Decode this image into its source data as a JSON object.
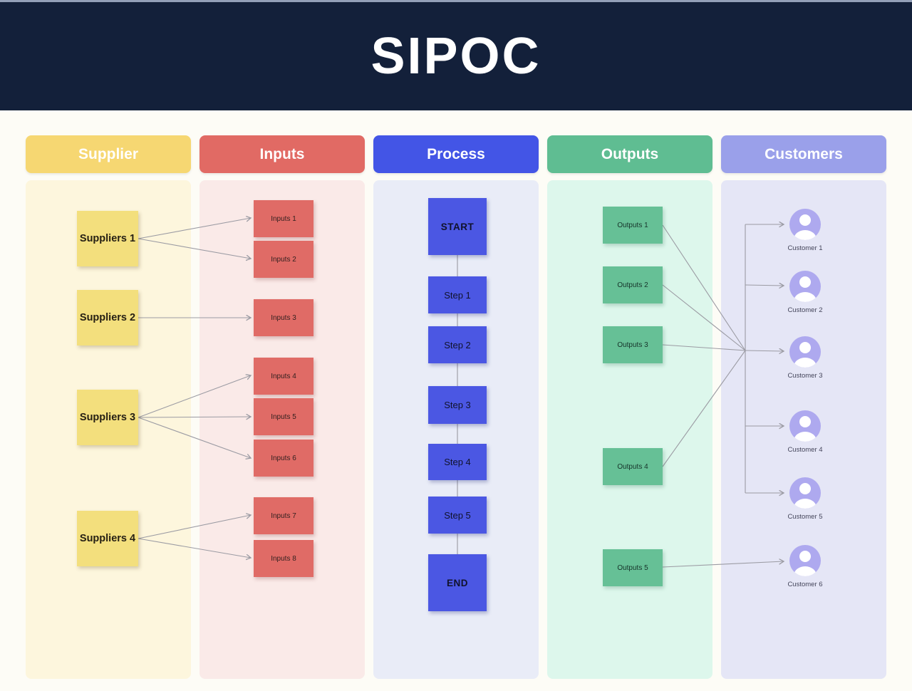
{
  "title": "SIPOC",
  "columns": [
    {
      "label": "Supplier"
    },
    {
      "label": "Inputs"
    },
    {
      "label": "Process"
    },
    {
      "label": "Outputs"
    },
    {
      "label": "Customers"
    }
  ],
  "suppliers": [
    "Suppliers 1",
    "Suppliers 2",
    "Suppliers 3",
    "Suppliers 4"
  ],
  "inputs": [
    "Inputs 1",
    "Inputs 2",
    "Inputs 3",
    "Inputs 4",
    "Inputs 5",
    "Inputs 6",
    "Inputs 7",
    "Inputs 8"
  ],
  "process": [
    "START",
    "Step 1",
    "Step 2",
    "Step 3",
    "Step 4",
    "Step 5",
    "END"
  ],
  "outputs": [
    "Outputs 1",
    "Outputs 2",
    "Outputs 3",
    "Outputs 4",
    "Outputs 5"
  ],
  "customers": [
    "Customer 1",
    "Customer 2",
    "Customer 3",
    "Customer 4",
    "Customer 5",
    "Customer 6"
  ],
  "connections": {
    "supplier_to_inputs": [
      [
        1,
        [
          1,
          2
        ]
      ],
      [
        2,
        [
          3
        ]
      ],
      [
        3,
        [
          4,
          5,
          6
        ]
      ],
      [
        4,
        [
          7,
          8
        ]
      ]
    ],
    "outputs_to_customers": [
      [
        1,
        [
          1,
          2,
          3,
          4,
          5
        ]
      ],
      [
        2,
        [
          1,
          2,
          3,
          4,
          5
        ]
      ],
      [
        3,
        [
          1,
          2,
          3,
          4,
          5
        ]
      ],
      [
        4,
        [
          1,
          2,
          3,
          4,
          5
        ]
      ],
      [
        5,
        [
          6
        ]
      ]
    ]
  },
  "colors": {
    "header_bg": "#13203a",
    "title_text": "#ffffff",
    "supplier_accent": "#f6d772",
    "supplier_panel": "#fdf6dd",
    "supplier_note": "#f3df7d",
    "inputs_accent": "#e16a64",
    "inputs_panel": "#faeae8",
    "inputs_note": "#e06b66",
    "process_accent": "#4355e6",
    "process_panel": "#e9ecf7",
    "process_box": "#4b57e3",
    "outputs_accent": "#5fbd92",
    "outputs_panel": "#ddf7ec",
    "outputs_note": "#66c096",
    "customers_accent": "#9aa0ea",
    "customers_panel": "#e5e6f6",
    "avatar_fill": "#aea9ef",
    "connector_line": "#9b9ba3"
  }
}
